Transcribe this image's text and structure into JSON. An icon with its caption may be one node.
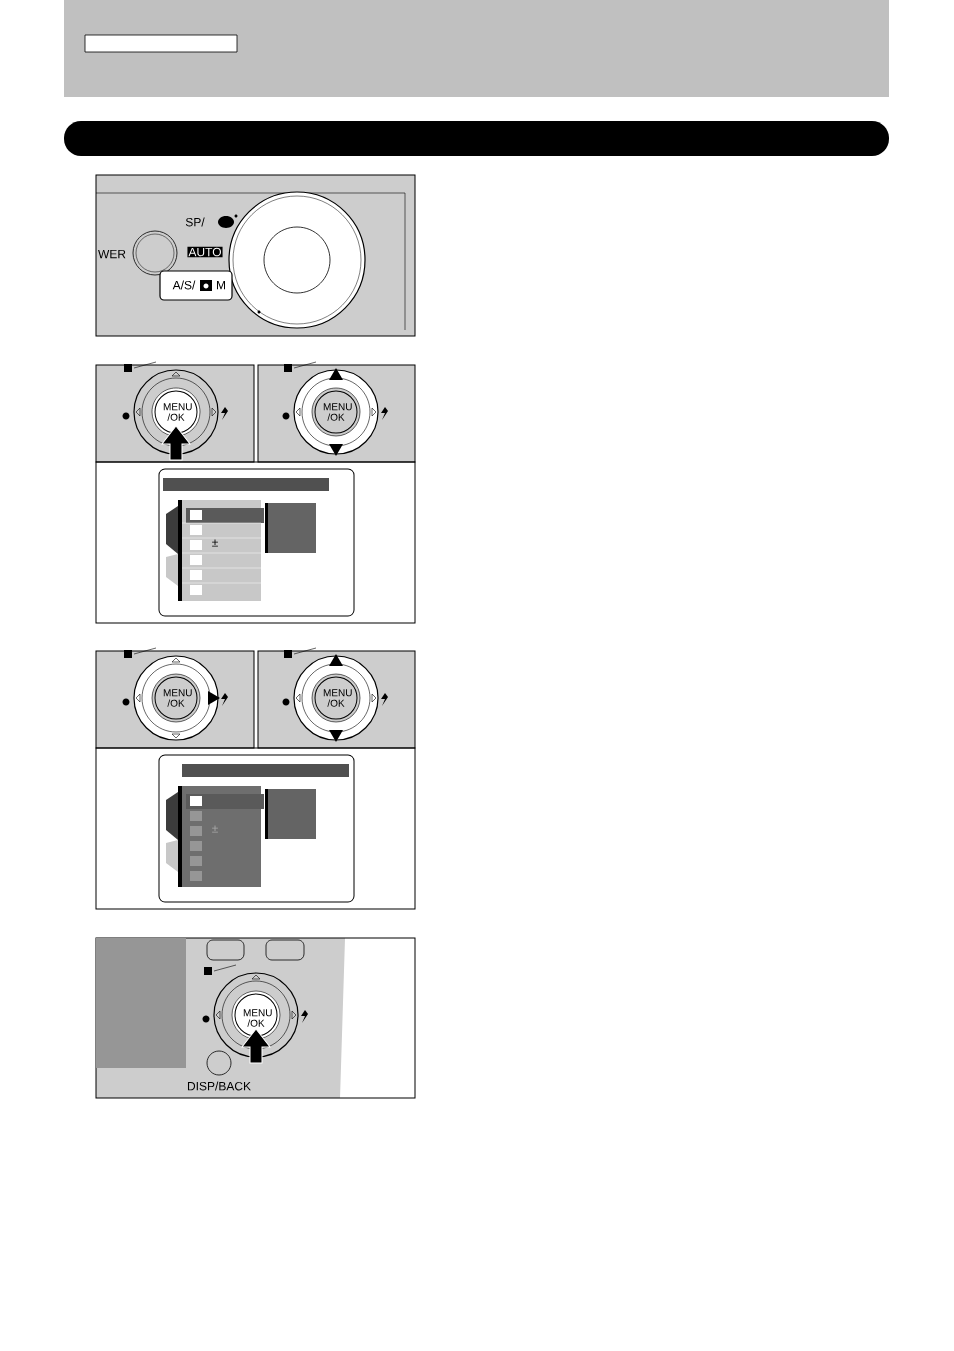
{
  "diagram": {
    "labels": [
      "WER",
      "SP/",
      "AUTO",
      "A/S/",
      "M",
      "MENU /OK",
      "MENU /OK",
      "±",
      "MENU /OK",
      "MENU /OK",
      "±",
      "MENU /OK",
      "DISP/BACK"
    ]
  }
}
